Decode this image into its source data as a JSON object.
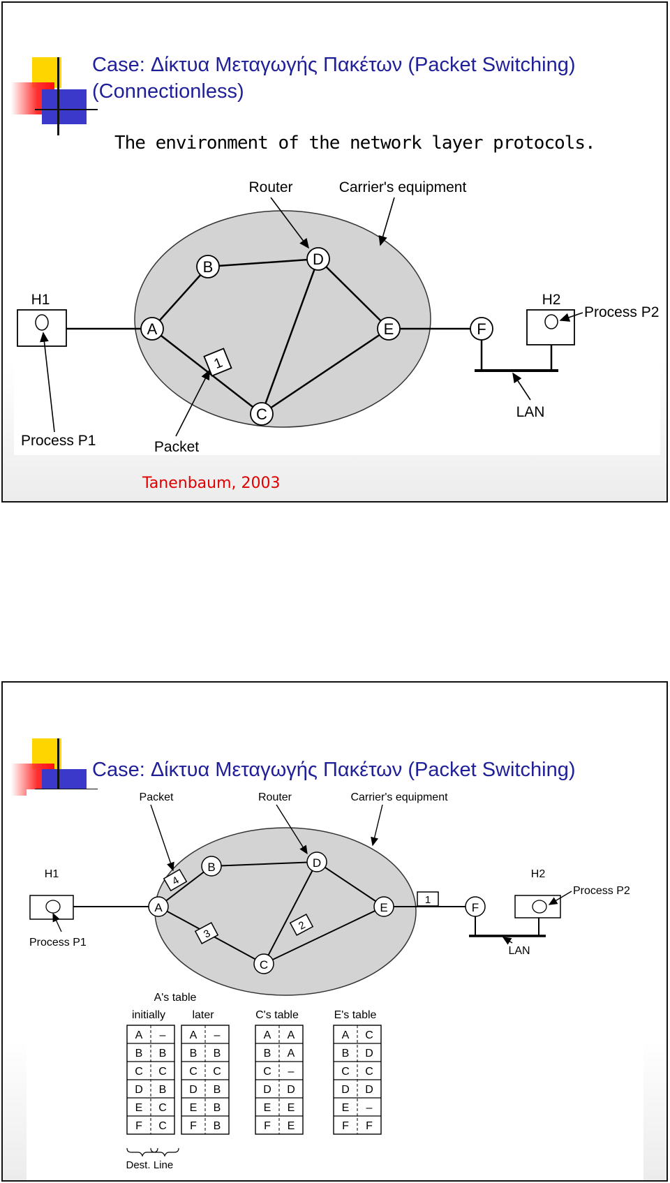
{
  "slide1": {
    "title_line1": "Case: Δίκτυα Μεταγωγής Πακέτων (Packet Switching)",
    "title_line2": "(Connectionless)",
    "subtitle": "The environment of the network layer protocols.",
    "citation": "Tanenbaum, 2003",
    "figure": {
      "label_router": "Router",
      "label_carrier": "Carrier's equipment",
      "label_h1": "H1",
      "label_h2": "H2",
      "label_process_p1": "Process P1",
      "label_process_p2": "Process P2",
      "label_packet": "Packet",
      "label_lan": "LAN",
      "node_a": "A",
      "node_b": "B",
      "node_c": "C",
      "node_d": "D",
      "node_e": "E",
      "node_f": "F",
      "packet_number": "1"
    }
  },
  "slide2": {
    "title": "Case: Δίκτυα Μεταγωγής Πακέτων (Packet Switching)",
    "figure": {
      "label_packet": "Packet",
      "label_router": "Router",
      "label_carrier": "Carrier's equipment",
      "label_h1": "H1",
      "label_h2": "H2",
      "label_process_p1": "Process P1",
      "label_process_p2": "Process P2",
      "label_lan": "LAN",
      "node_a": "A",
      "node_b": "B",
      "node_c": "C",
      "node_d": "D",
      "node_e": "E",
      "node_f": "F",
      "packet_1": "1",
      "packet_2": "2",
      "packet_3": "3",
      "packet_4": "4"
    },
    "tables": {
      "a_table_title": "A's table",
      "initially_label": "initially",
      "later_label": "later",
      "c_table_title": "C's table",
      "e_table_title": "E's table",
      "dest_label": "Dest.",
      "line_label": "Line",
      "a_initially": [
        [
          "A",
          "–"
        ],
        [
          "B",
          "B"
        ],
        [
          "C",
          "C"
        ],
        [
          "D",
          "B"
        ],
        [
          "E",
          "C"
        ],
        [
          "F",
          "C"
        ]
      ],
      "a_later": [
        [
          "A",
          "–"
        ],
        [
          "B",
          "B"
        ],
        [
          "C",
          "C"
        ],
        [
          "D",
          "B"
        ],
        [
          "E",
          "B"
        ],
        [
          "F",
          "B"
        ]
      ],
      "c_table": [
        [
          "A",
          "A"
        ],
        [
          "B",
          "A"
        ],
        [
          "C",
          "–"
        ],
        [
          "D",
          "D"
        ],
        [
          "E",
          "E"
        ],
        [
          "F",
          "E"
        ]
      ],
      "e_table": [
        [
          "A",
          "C"
        ],
        [
          "B",
          "D"
        ],
        [
          "C",
          "C"
        ],
        [
          "D",
          "D"
        ],
        [
          "E",
          "–"
        ],
        [
          "F",
          "F"
        ]
      ]
    }
  }
}
